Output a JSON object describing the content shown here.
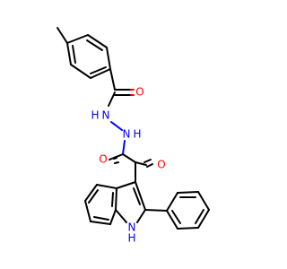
{
  "molecule": {
    "colors": {
      "carbon": "#000000",
      "oxygen": "#ff0000",
      "nitrogen": "#0000ff"
    },
    "labels": {
      "o_benzoyl": "O",
      "nh_upper": "N",
      "h_upper": "H",
      "nh_lower": "N",
      "h_lower": "H",
      "o_amide": "O",
      "o_ketone": "O",
      "indole_n": "N",
      "indole_h": "H"
    }
  }
}
